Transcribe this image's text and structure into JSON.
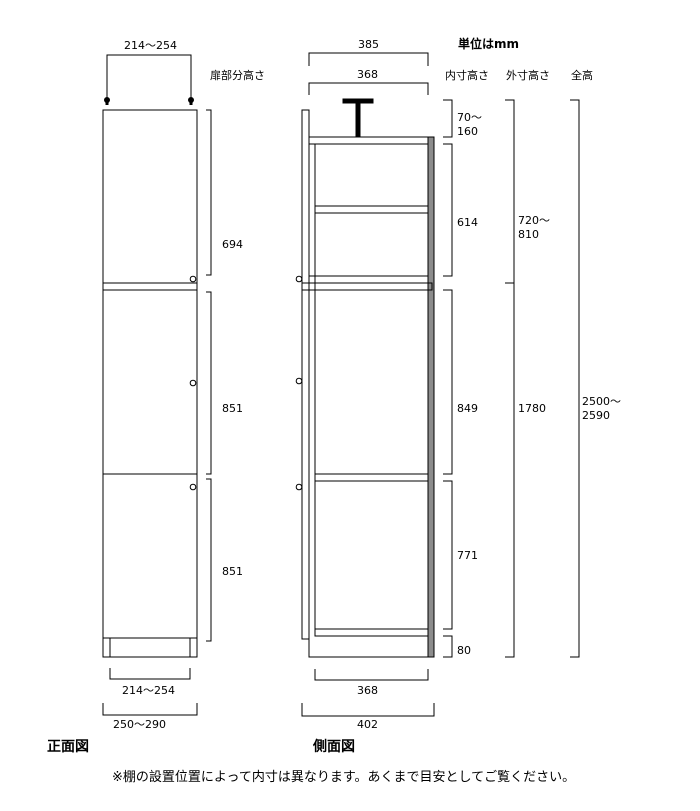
{
  "units": "単位はmm",
  "front_view": {
    "title": "正面図",
    "top_width": "214〜254",
    "door_heading": "扉部分高さ",
    "door_heights": [
      "694",
      "851",
      "851"
    ],
    "bottom_inner_width": "214〜254",
    "bottom_outer_width": "250〜290"
  },
  "side_view": {
    "title": "側面図",
    "top_outer_depth": "385",
    "top_inner_depth": "368",
    "bottom_inner_depth": "368",
    "bottom_outer_depth": "402"
  },
  "inner_heights": {
    "heading": "内寸高さ",
    "top_gap_line1": "70〜",
    "top_gap_line2": "160",
    "upper": "614",
    "middle": "849",
    "lower": "771",
    "base": "80"
  },
  "outer_heights": {
    "heading": "外寸高さ",
    "upper_line1": "720〜",
    "upper_line2": "810",
    "lower": "1780"
  },
  "total_height": {
    "heading": "全高",
    "value_line1": "2500〜",
    "value_line2": "2590"
  },
  "note": "※棚の設置位置によって内寸は異なります。あくまで目安としてご覧ください。"
}
